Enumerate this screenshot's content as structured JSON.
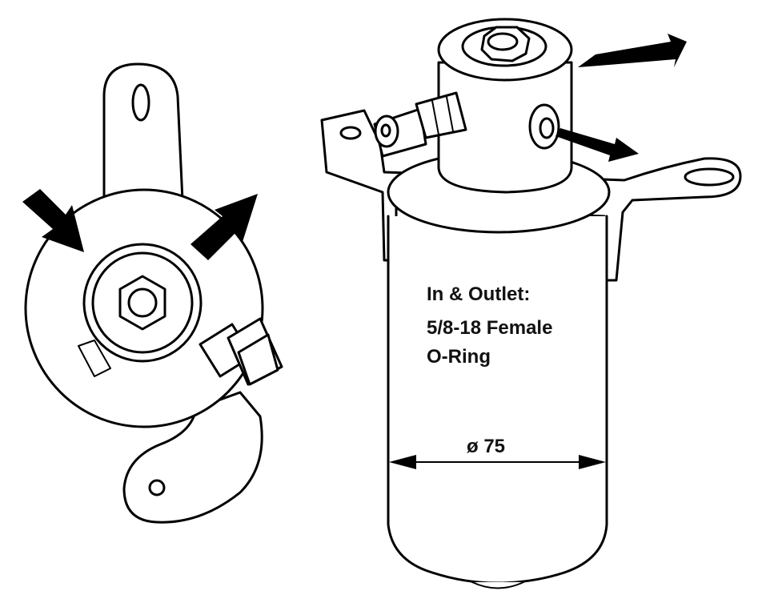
{
  "labels": {
    "connection_title": "In & Outlet:",
    "thread_spec": "5/8-18 Female",
    "seal_type": "O-Ring",
    "diameter": "ø 75"
  },
  "colors": {
    "line": "#000000",
    "background": "#ffffff"
  }
}
